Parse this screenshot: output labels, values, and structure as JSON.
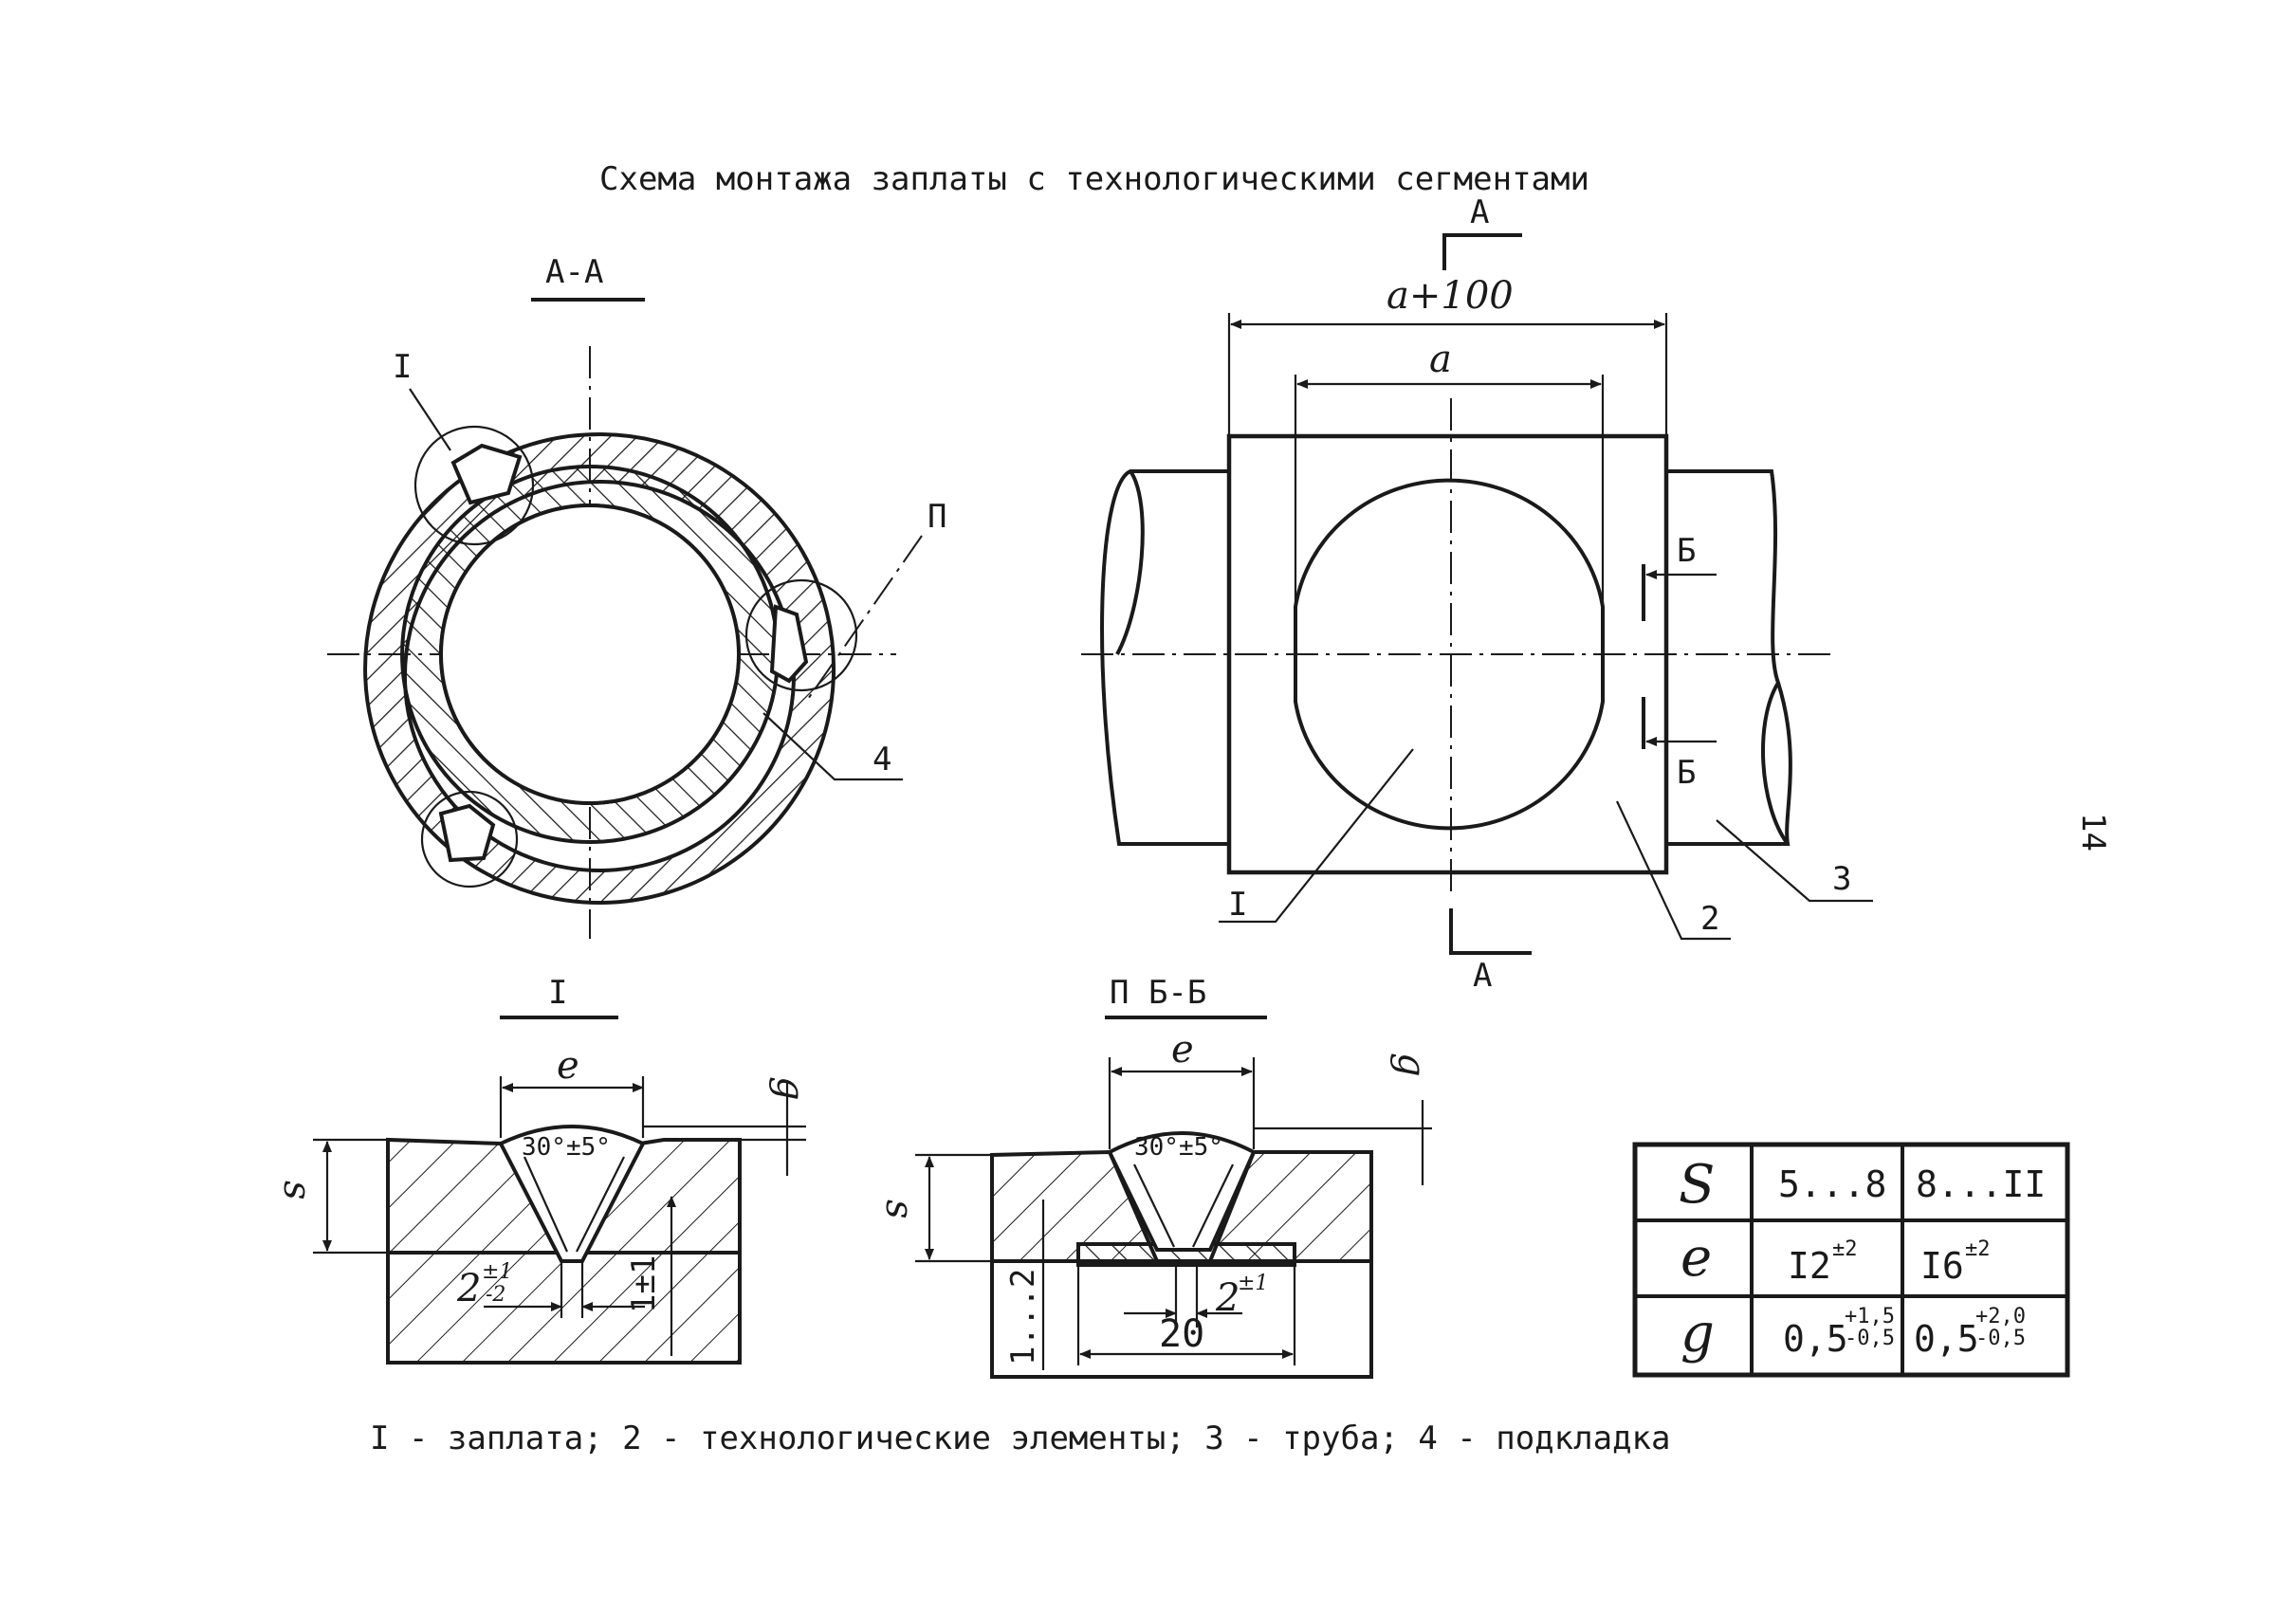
{
  "title": "Схема монтажа заплаты с технологическими сегментами",
  "page_number": "14",
  "views": {
    "section_aa": {
      "label": "А-А",
      "callouts": [
        "I",
        "П",
        "4"
      ]
    },
    "plan": {
      "dim_outer": "a+100",
      "dim_inner": "a",
      "cut_mark": "А",
      "section_mark": "Б",
      "callouts": [
        "I",
        "2",
        "3"
      ]
    },
    "detail_1": {
      "label": "I",
      "dim_e": "e",
      "dim_g": "g",
      "dim_s": "s",
      "angle": "30°±5°",
      "gap_base": "2",
      "gap_tol": "±1",
      "gap_tol_lower": "-2",
      "vert_dim": "1±1"
    },
    "detail_2": {
      "label": "П  Б-Б",
      "dim_e": "e",
      "dim_g": "g",
      "dim_s": "s",
      "angle": "30°±5°",
      "gap_base": "2",
      "gap_tol": "±1",
      "width": "20",
      "vert_dim": "1...2"
    }
  },
  "table": {
    "rows": [
      {
        "param": "S",
        "v1": "5...8",
        "v2": "8...II"
      },
      {
        "param": "e",
        "v1_base": "I2",
        "v1_tol": "±2",
        "v2_base": "I6",
        "v2_tol": "±2"
      },
      {
        "param": "g",
        "v1_base": "0,5",
        "v1_upper": "+1,5",
        "v1_lower": "-0,5",
        "v2_base": "0,5",
        "v2_upper": "+2,0",
        "v2_lower": "-0,5"
      }
    ]
  },
  "legend": "I - заплата;  2 - технологические элементы;  3 - труба;  4 - подкладка"
}
